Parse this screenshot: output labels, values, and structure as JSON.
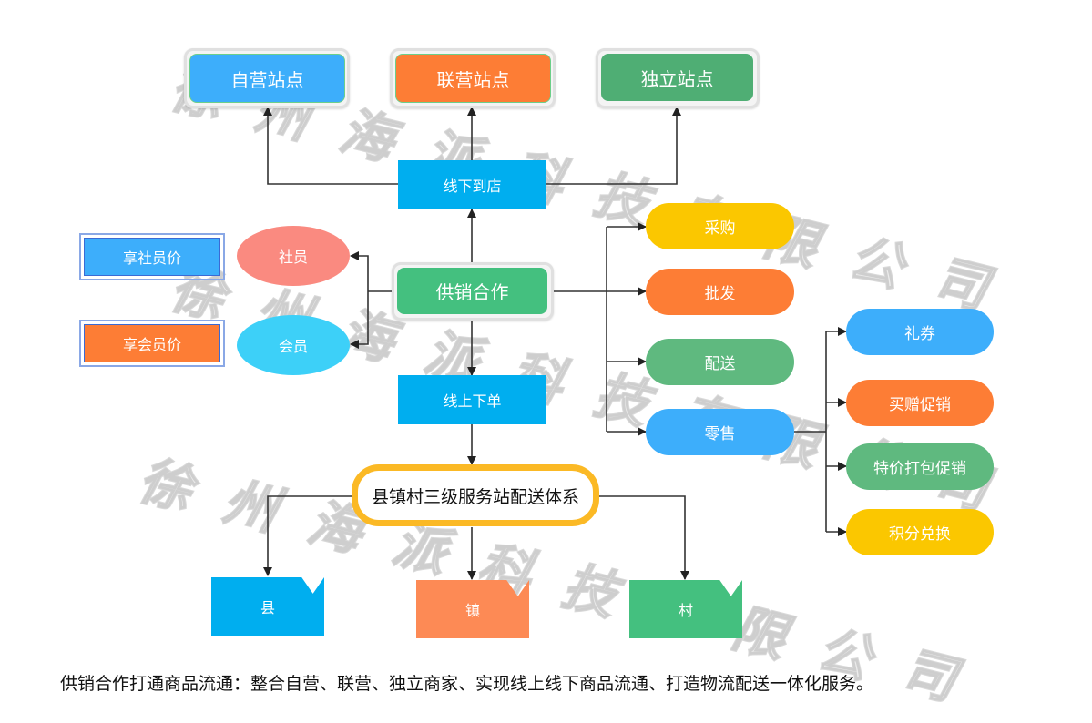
{
  "watermark": "徐州海派科技有限公司",
  "top_sites": [
    {
      "label": "自营站点",
      "color": "#3daefb"
    },
    {
      "label": "联营站点",
      "color": "#fd7d35"
    },
    {
      "label": "独立站点",
      "color": "#4fae74"
    }
  ],
  "offline": {
    "label": "线下到店",
    "color": "#00aeef"
  },
  "online": {
    "label": "线上下单",
    "color": "#00aeef"
  },
  "center": {
    "label": "供销合作",
    "color": "#44c07f"
  },
  "members": [
    {
      "label": "社员",
      "color": "#fa8a80",
      "benefit": "享社员价",
      "benefit_color": "#3daefb"
    },
    {
      "label": "会员",
      "color": "#3dd0f8",
      "benefit": "享会员价",
      "benefit_color": "#fd7d35"
    }
  ],
  "channels": [
    {
      "label": "采购",
      "color": "#fbc700"
    },
    {
      "label": "批发",
      "color": "#fd7d35"
    },
    {
      "label": "配送",
      "color": "#5fb97f"
    },
    {
      "label": "零售",
      "color": "#3daefb"
    }
  ],
  "retail_promos": [
    {
      "label": "礼券",
      "color": "#3daefb"
    },
    {
      "label": "买赠促销",
      "color": "#fd7d35"
    },
    {
      "label": "特价打包促销",
      "color": "#5fb97f"
    },
    {
      "label": "积分兑换",
      "color": "#fbc700"
    }
  ],
  "delivery_system": {
    "label": "县镇村三级服务站配送体系",
    "border_color": "#fbb925"
  },
  "tiers": [
    {
      "label": "县",
      "color": "#00aeef"
    },
    {
      "label": "镇",
      "color": "#fd8a55"
    },
    {
      "label": "村",
      "color": "#44c07f"
    }
  ],
  "caption": "供销合作打通商品流通：整合自营、联营、独立商家、实现线上线下商品流通、打造物流配送一体化服务。"
}
